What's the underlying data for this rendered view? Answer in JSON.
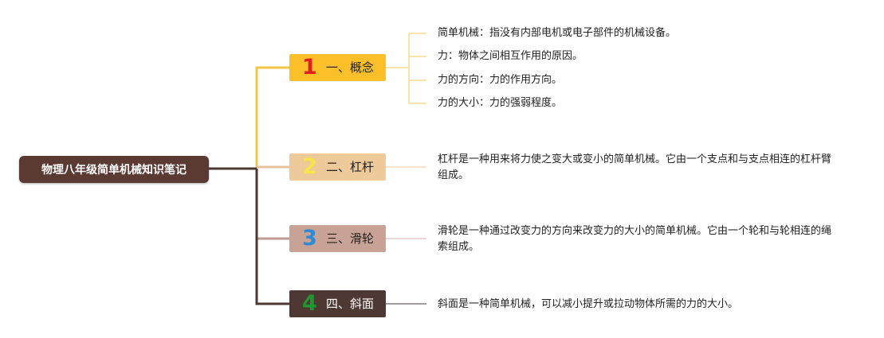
{
  "root": {
    "title": "物理八年级简单机械知识笔记"
  },
  "branches": [
    {
      "num": "1",
      "label": "一、概念",
      "leaves": [
        "简单机械：指没有内部电机或电子部件的机械设备。",
        "力：物体之间相互作用的原因。",
        "力的方向：力的作用方向。",
        "力的大小：力的强弱程度。"
      ]
    },
    {
      "num": "2",
      "label": "二、杠杆",
      "leaves": [
        "杠杆是一种用来将力使之变大或变小的简单机械。它由一个支点和与支点相连的杠杆臂组成。"
      ]
    },
    {
      "num": "3",
      "label": "三、滑轮",
      "leaves": [
        "滑轮是一种通过改变力的方向来改变力的大小的简单机械。它由一个轮和与轮相连的绳索组成。"
      ]
    },
    {
      "num": "4",
      "label": "四、斜面",
      "leaves": [
        "斜面是一种简单机械，可以减小提升或拉动物体所需的力的大小。"
      ]
    }
  ],
  "colors": {
    "root_bg": "#5a3a33",
    "branch1": "#fbbf2a",
    "branch2": "#eec99a",
    "branch3": "#c9a296",
    "branch4": "#4e3833",
    "num1": "#e21f1f",
    "num2": "#f7e34a",
    "num3": "#2c8ad6",
    "num4": "#1a9a2d"
  }
}
